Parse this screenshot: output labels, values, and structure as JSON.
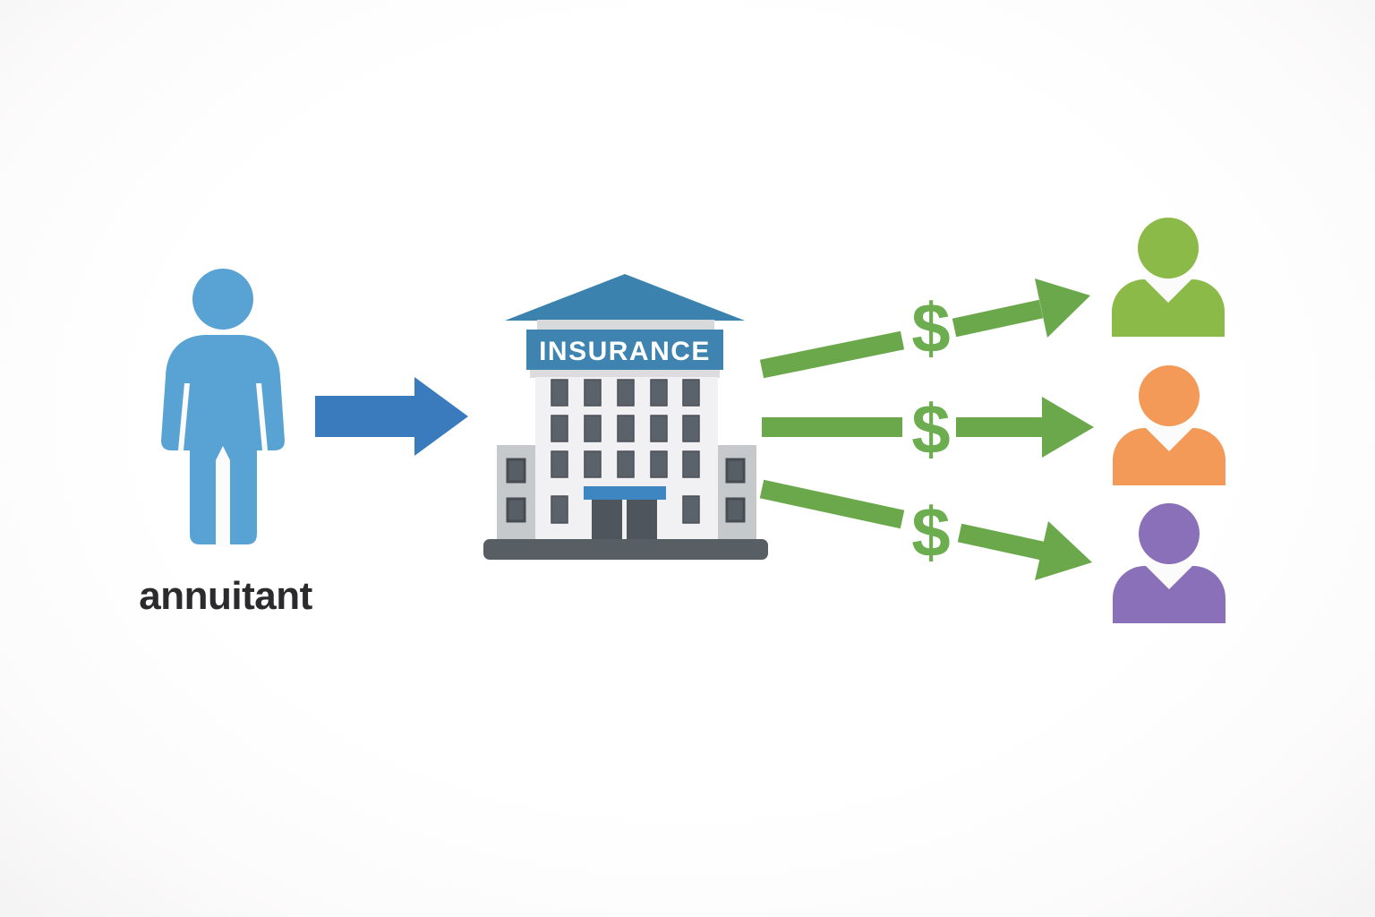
{
  "title": "Annuity payout diagram",
  "labels": {
    "annuitant": "annuitant",
    "insurance": "INSURANCE"
  },
  "payouts": [
    {
      "symbol": "$"
    },
    {
      "symbol": "$"
    },
    {
      "symbol": "$"
    }
  ],
  "payees": [
    {
      "name": "payee-green",
      "color": "#8CBA48"
    },
    {
      "name": "payee-orange",
      "color": "#F39A58"
    },
    {
      "name": "payee-purple",
      "color": "#8A70B8"
    }
  ],
  "icons": {
    "annuitant": "person-standing-icon",
    "premium_flow": "arrow-right-icon",
    "insurer": "insurance-building-icon",
    "payout_flow": "arrow-right-icon",
    "payment": "dollar-sign-icon",
    "payee": "person-bust-icon"
  },
  "colors": {
    "background": "#FCFBFB",
    "label_text": "#2B2B2E",
    "annuitant_blue": "#59A3D4",
    "premium_arrow_blue": "#3A7BBD",
    "roof_blue": "#3C82AE",
    "banner_blue": "#3F84B0",
    "awning_blue": "#3E86C2",
    "facade": "#F1F1F3",
    "ledge": "#D8D9DB",
    "ledge_lower": "#DCDCDE",
    "wing": "#C5C9CC",
    "window": "#5B626A",
    "window_frame": "#4A5158",
    "wing_window": "#575E65",
    "wing_window_frame": "#464C52",
    "door": "#4E555C",
    "base": "#575E64",
    "payout_green": "#6AA84B",
    "dollar_green": "#6CAD4F",
    "payee_green": "#8CBA48",
    "payee_orange": "#F39A58",
    "payee_purple": "#8A70B8"
  }
}
